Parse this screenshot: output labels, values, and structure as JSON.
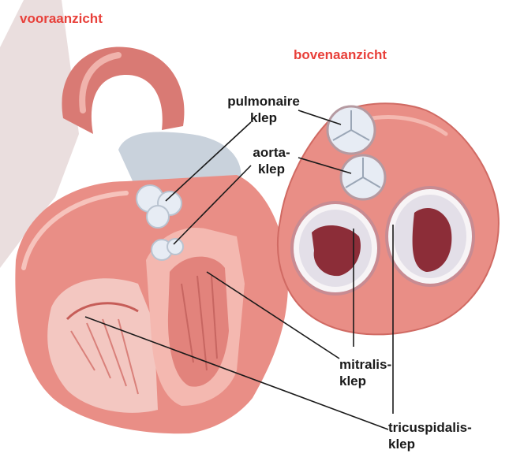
{
  "titles": {
    "front": "vooraanzicht",
    "top": "bovenaanzicht"
  },
  "labels": {
    "pulmonaire": [
      "pulmonaire",
      "klep"
    ],
    "aorta": [
      "aorta-",
      "klep"
    ],
    "mitralis": [
      "mitralis-",
      "klep"
    ],
    "tricuspidalis": [
      "tricuspidalis-",
      "klep"
    ]
  },
  "colors": {
    "title": "#e8403a",
    "tissue": "#e98e86",
    "tissue_dark": "#d66a63",
    "wall_light": "#f4b8b0",
    "chamber": "#f3c7c1",
    "vessel": "#c9d2dc",
    "valve": "#e7ecf4",
    "valve_core": "#8c2d38"
  }
}
